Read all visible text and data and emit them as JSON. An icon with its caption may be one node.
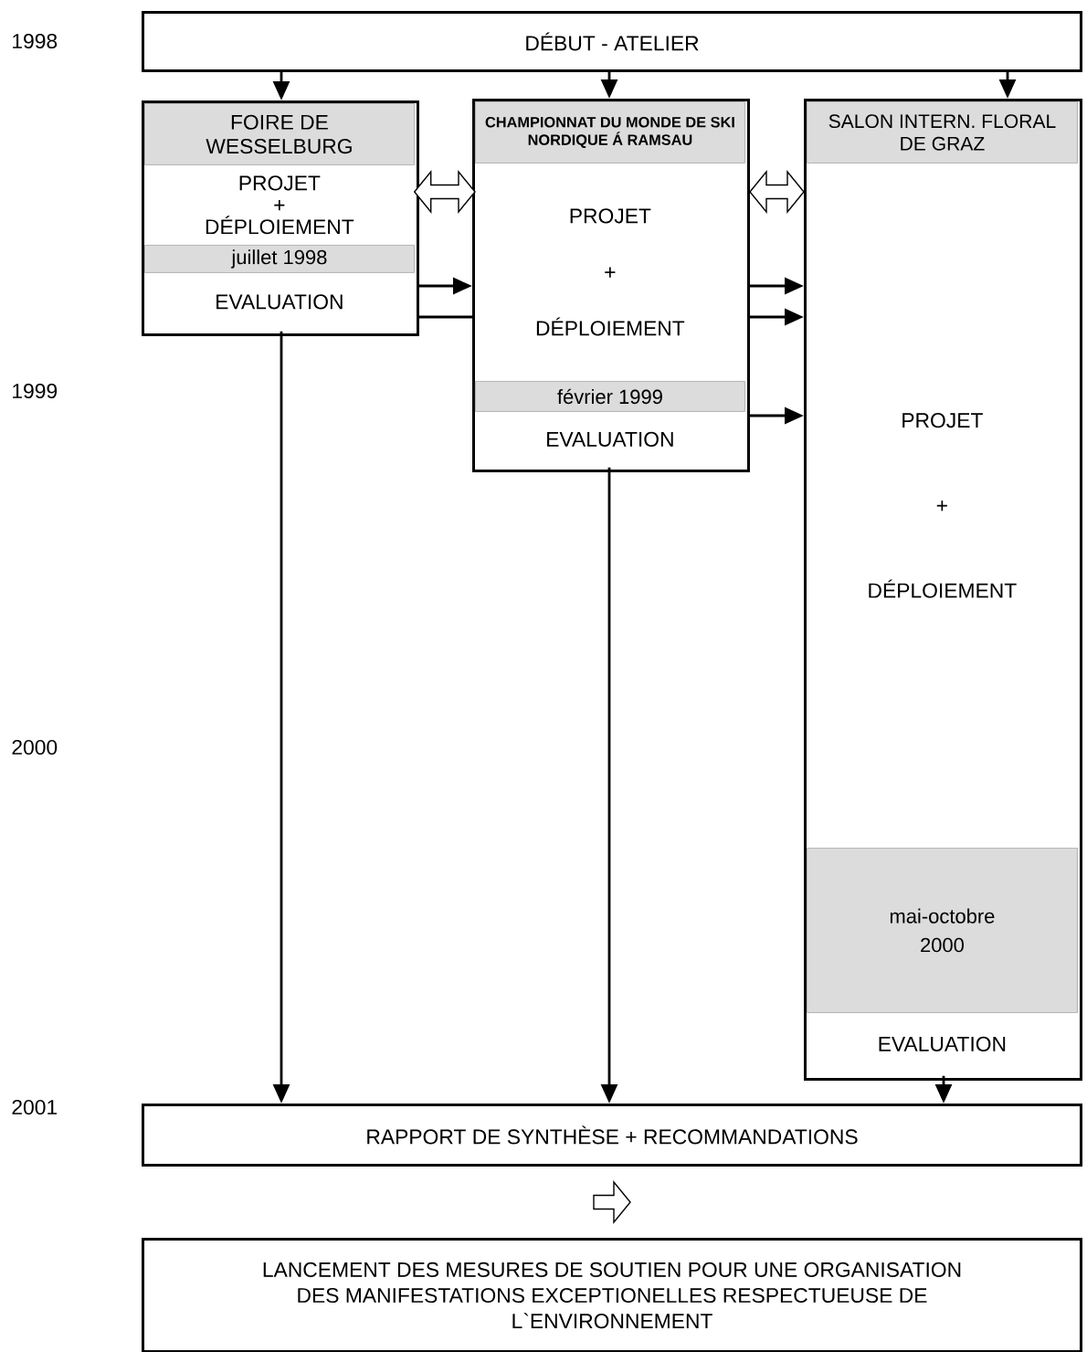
{
  "diagram": {
    "nodes": [
      {
        "text": [
          "DÉBUT - ATELIER"
        ]
      },
      {
        "text": [],
        "shape": "box"
      },
      {
        "text": [
          "FOIRE DE WESSELBURG"
        ],
        "in": 1
      },
      {
        "text": [
          "PROJET + DÉPLOIEMENT"
        ],
        "in": 1
      },
      {
        "text": [
          "juillet 1998"
        ],
        "in": 1
      },
      {
        "text": [
          "EVALUATION"
        ],
        "in": 1
      },
      {
        "text": [],
        "shape": "box"
      },
      {
        "text": [
          "CHAMPIONNAT DU MONDE DE SKI NORDIQUE Á RAMSAU"
        ],
        "in": 6
      },
      {
        "text": [
          "PROJET + DÉPLOIEMENT"
        ],
        "in": 6
      },
      {
        "text": [
          "février 1999"
        ],
        "in": 6
      },
      {
        "text": [
          "EVALUATION"
        ],
        "in": 6
      },
      {
        "text": [],
        "shape": "box"
      },
      {
        "text": [
          "SALON INTERN. FLORAL DE GRAZ"
        ],
        "in": 11
      },
      {
        "text": [
          "PROJET + DÉPLOIEMENT"
        ],
        "in": 11
      },
      {
        "text": [
          "mai-octobre 2000"
        ],
        "in": 11
      },
      {
        "text": [
          "EVALUATION"
        ],
        "in": 11
      },
      {
        "text": [
          "RAPPORT DE SYNTHÈSE + RECOMMANDATIONS"
        ]
      },
      {
        "text": [
          "LANCEMENT DES MESURES DE SOUTIEN POUR UNE ORGANISATION DES MANIFESTATIONS EXCEPTIONELLES RESPECTUEUSE DE L`ENVIRONNEMENT"
        ]
      }
    ],
    "edges": [
      {
        "from": 0,
        "to": 1,
        "arrow": "to"
      },
      {
        "from": 0,
        "to": 6,
        "arrow": "to"
      },
      {
        "from": 0,
        "to": 11,
        "arrow": "to"
      },
      {
        "from": 3,
        "to": 8,
        "arrow": "both"
      },
      {
        "from": 6,
        "to": 11,
        "arrow": "both"
      },
      {
        "from": 1,
        "to": 6,
        "arrow": "to"
      },
      {
        "from": 1,
        "to": 6,
        "arrow": "none"
      },
      {
        "from": 6,
        "to": 11,
        "arrow": "to"
      },
      {
        "from": 6,
        "to": 11,
        "arrow": "to"
      },
      {
        "from": 6,
        "to": 11,
        "arrow": "to"
      },
      {
        "from": 5,
        "to": 16,
        "arrow": "to"
      },
      {
        "from": 10,
        "to": 16,
        "arrow": "to"
      },
      {
        "from": 15,
        "to": 16,
        "arrow": "to"
      },
      {
        "from": 16,
        "to": 17,
        "arrow": "to"
      }
    ],
    "labels": [
      "1998",
      "1999",
      "2000",
      "2001"
    ]
  }
}
